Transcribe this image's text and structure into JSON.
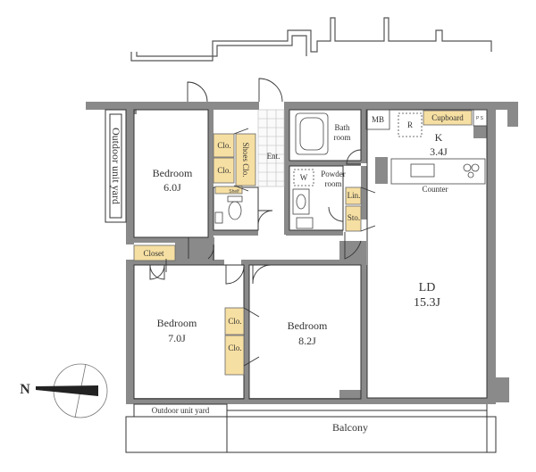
{
  "rooms": {
    "bedroom_a": {
      "name": "Bedroom",
      "size": "6.0J"
    },
    "bedroom_b": {
      "name": "Bedroom",
      "size": "7.0J"
    },
    "bedroom_c": {
      "name": "Bedroom",
      "size": "8.2J"
    },
    "kitchen": {
      "name": "K",
      "size": "3.4J"
    },
    "living_dining": {
      "name": "LD",
      "size": "15.3J"
    },
    "bath": {
      "line1": "Bath",
      "line2": "room"
    },
    "powder": {
      "line1": "Powder",
      "line2": "room"
    },
    "entrance": "Ent.",
    "balcony": "Balcony",
    "outdoor_unit_yard_side": "Outdoor unit yard",
    "outdoor_unit_yard_bottom": "Outdoor unit yard"
  },
  "storage": {
    "closet": "Closet",
    "clo_1": "Clo.",
    "clo_2": "Clo.",
    "clo_3": "Clo.",
    "clo_4": "Clo.",
    "shoes_clo": "Shoes Clo.",
    "shelf": "Shelf",
    "lin": "Lin.",
    "sto": "Sto.",
    "cupboard": "Cupboard",
    "mb": "MB",
    "r": "R",
    "w": "W",
    "counter": "Counter",
    "ps": "P S"
  },
  "compass": {
    "letter": "N"
  },
  "colors": {
    "wall": "#8a8a8a",
    "storage_fill": "#f6dfa2",
    "line": "#333333"
  }
}
